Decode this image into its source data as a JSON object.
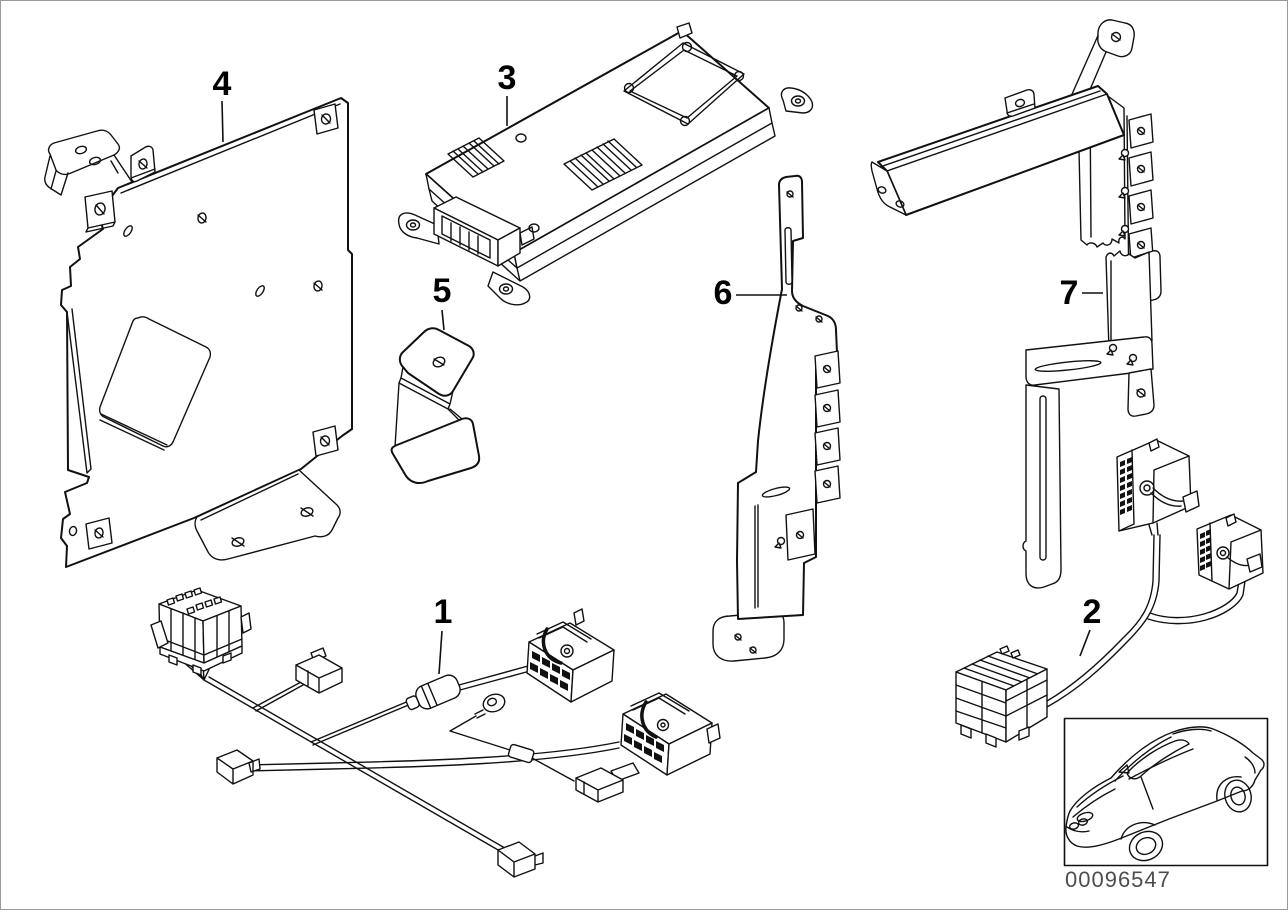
{
  "diagram": {
    "background_color": "#ffffff",
    "line_color": "#111111",
    "callouts": [
      {
        "label": "1",
        "part_name": "wiring-harness"
      },
      {
        "label": "2",
        "part_name": "connector-cable"
      },
      {
        "label": "3",
        "part_name": "telematics-control-module"
      },
      {
        "label": "4",
        "part_name": "mounting-plate"
      },
      {
        "label": "5",
        "part_name": "small-bracket"
      },
      {
        "label": "6",
        "part_name": "vertical-bracket"
      },
      {
        "label": "7",
        "part_name": "bracket-assembly"
      }
    ],
    "footer": {
      "image_number": "00096547"
    }
  }
}
